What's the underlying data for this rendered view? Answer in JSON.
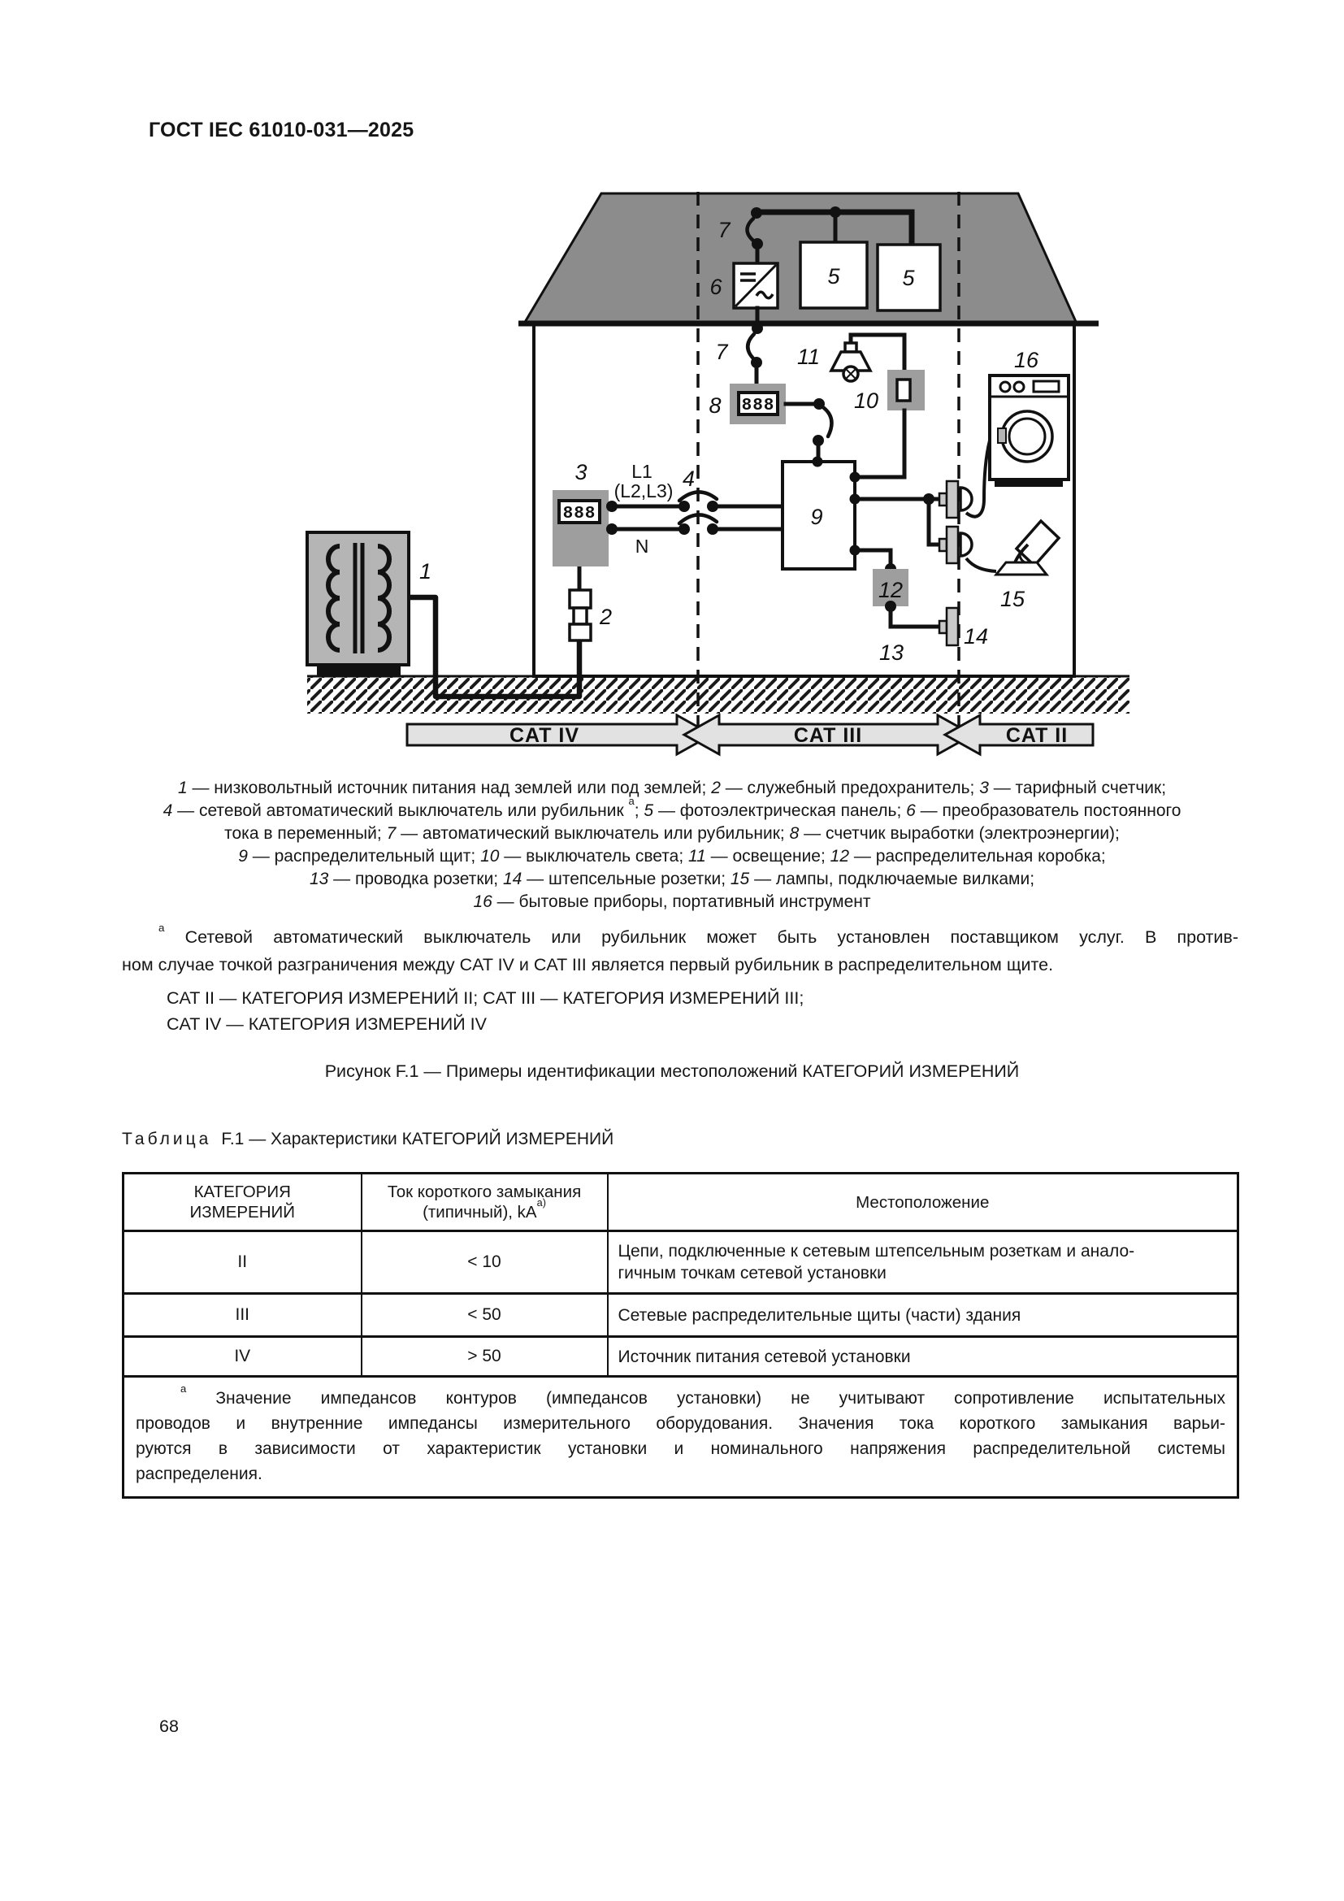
{
  "page": {
    "header": "ГОСТ IEC 61010-031—2025",
    "number": "68"
  },
  "figure": {
    "labels": {
      "n1": "1",
      "n2": "2",
      "n3": "3",
      "n4": "4",
      "n5": "5",
      "n6": "6",
      "n7": "7",
      "n8": "8",
      "n9": "9",
      "n10": "10",
      "n11": "11",
      "n12": "12",
      "n13": "13",
      "n14": "14",
      "n15": "15",
      "n16": "16",
      "L1": "L1",
      "L23": "(L2,L3)",
      "N": "N",
      "lcd": "888"
    },
    "cat": {
      "iv": "CAT IV",
      "iii": "CAT III",
      "ii": "CAT II"
    },
    "colors": {
      "roof": "#8c8c8c",
      "device_gray": "#9e9e9e",
      "transformer": "#b5b5b5",
      "cat_bar": "#e2e2e2"
    }
  },
  "legend": {
    "lines": [
      [
        {
          "i": "1"
        },
        {
          "t": " — низковольтный источник питания над землей или под землей; "
        },
        {
          "i": "2"
        },
        {
          "t": " — служебный предохранитель; "
        },
        {
          "i": "3"
        },
        {
          "t": " — тарифный счетчик;"
        }
      ],
      [
        {
          "i": "4"
        },
        {
          "t": " — сетевой автоматический выключатель или рубильник "
        },
        {
          "s": "a"
        },
        {
          "t": "; "
        },
        {
          "i": "5"
        },
        {
          "t": " — фотоэлектрическая панель; "
        },
        {
          "i": "6"
        },
        {
          "t": " — преобразователь постоянного"
        }
      ],
      [
        {
          "t": "тока в переменный; "
        },
        {
          "i": "7"
        },
        {
          "t": " — автоматический выключатель или рубильник; "
        },
        {
          "i": "8"
        },
        {
          "t": " — счетчик выработки (электроэнергии);"
        }
      ],
      [
        {
          "i": "9"
        },
        {
          "t": " — распределительный щит; "
        },
        {
          "i": "10"
        },
        {
          "t": " — выключатель света; "
        },
        {
          "i": "11"
        },
        {
          "t": " — освещение; "
        },
        {
          "i": "12"
        },
        {
          "t": " — распределительная коробка;"
        }
      ],
      [
        {
          "i": "13"
        },
        {
          "t": " — проводка розетки; "
        },
        {
          "i": "14"
        },
        {
          "t": " — штепсельные розетки; "
        },
        {
          "i": "15"
        },
        {
          "t": " — лампы, подключаемые вилками;"
        }
      ],
      [
        {
          "i": "16"
        },
        {
          "t": " — бытовые приборы, портативный инструмент"
        }
      ]
    ]
  },
  "figure_footnote": {
    "lines": [
      [
        {
          "s": "a"
        },
        {
          "t": " Сетевой автоматический выключатель или рубильник может быть установлен поставщиком услуг. В против-"
        }
      ],
      [
        {
          "t": "ном случае точкой разграничения между CAT IV и CAT III является первый рубильник в распределительном щите."
        }
      ]
    ]
  },
  "cat_definitions": [
    "CAT II — КАТЕГОРИЯ ИЗМЕРЕНИЙ II; CAT III — КАТЕГОРИЯ ИЗМЕРЕНИЙ III;",
    "CAT IV — КАТЕГОРИЯ ИЗМЕРЕНИЙ IV"
  ],
  "caption": "Рисунок F.1 — Примеры идентификации местоположений КАТЕГОРИЙ ИЗМЕРЕНИЙ",
  "table": {
    "title_word": "Таблица",
    "title_rest": "F.1 — Характеристики КАТЕГОРИЙ ИЗМЕРЕНИЙ",
    "headers": [
      [
        {
          "t": "КАТЕГОРИЯ"
        },
        {
          "b": 1
        },
        {
          "t": "ИЗМЕРЕНИЙ"
        }
      ],
      [
        {
          "t": "Ток короткого замыкания"
        },
        {
          "b": 1
        },
        {
          "t": "(типичный), kA"
        },
        {
          "s": "a)"
        }
      ],
      [
        {
          "t": "Местоположение"
        }
      ]
    ],
    "rows": [
      [
        [
          {
            "t": "II"
          }
        ],
        [
          {
            "t": "< 10"
          }
        ],
        [
          {
            "t": "Цепи, подключенные к сетевым штепсельным розеткам и анало-"
          },
          {
            "b": 1
          },
          {
            "t": "гичным точкам сетевой установки"
          }
        ]
      ],
      [
        [
          {
            "t": "III"
          }
        ],
        [
          {
            "t": "< 50"
          }
        ],
        [
          {
            "t": "Сетевые распределительные щиты (части) здания"
          }
        ]
      ],
      [
        [
          {
            "t": "IV"
          }
        ],
        [
          {
            "t": "> 50"
          }
        ],
        [
          {
            "t": "Источник питания сетевой установки"
          }
        ]
      ]
    ],
    "footnote": {
      "lines": [
        [
          {
            "s": "a"
          },
          {
            "t": " Значение импедансов контуров (импедансов установки) не учитывают сопротивление испытательных"
          }
        ],
        [
          {
            "t": "проводов и внутренние импедансы измерительного оборудования. Значения тока короткого замыкания варьи-"
          }
        ],
        [
          {
            "t": "руются в зависимости от характеристик установки и номинального напряжения распределительной системы"
          }
        ],
        [
          {
            "t": "распределения."
          }
        ]
      ]
    }
  }
}
